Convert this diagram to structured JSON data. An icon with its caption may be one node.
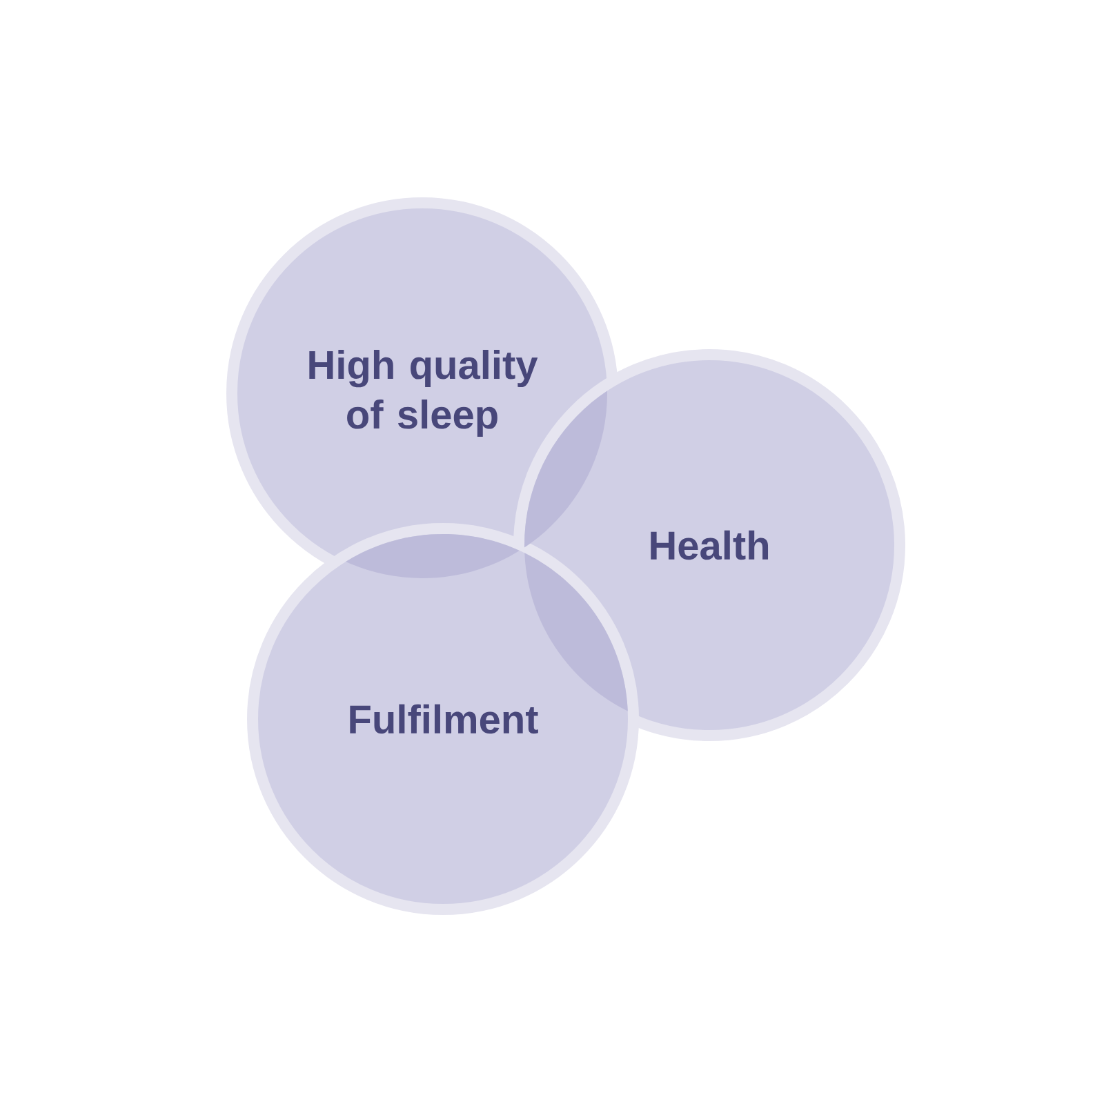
{
  "diagram": {
    "nodes": [
      {
        "text": [
          "High quality of sleep"
        ]
      },
      {
        "text": [
          "Health"
        ]
      },
      {
        "text": [
          "Fulfilment"
        ]
      }
    ]
  }
}
